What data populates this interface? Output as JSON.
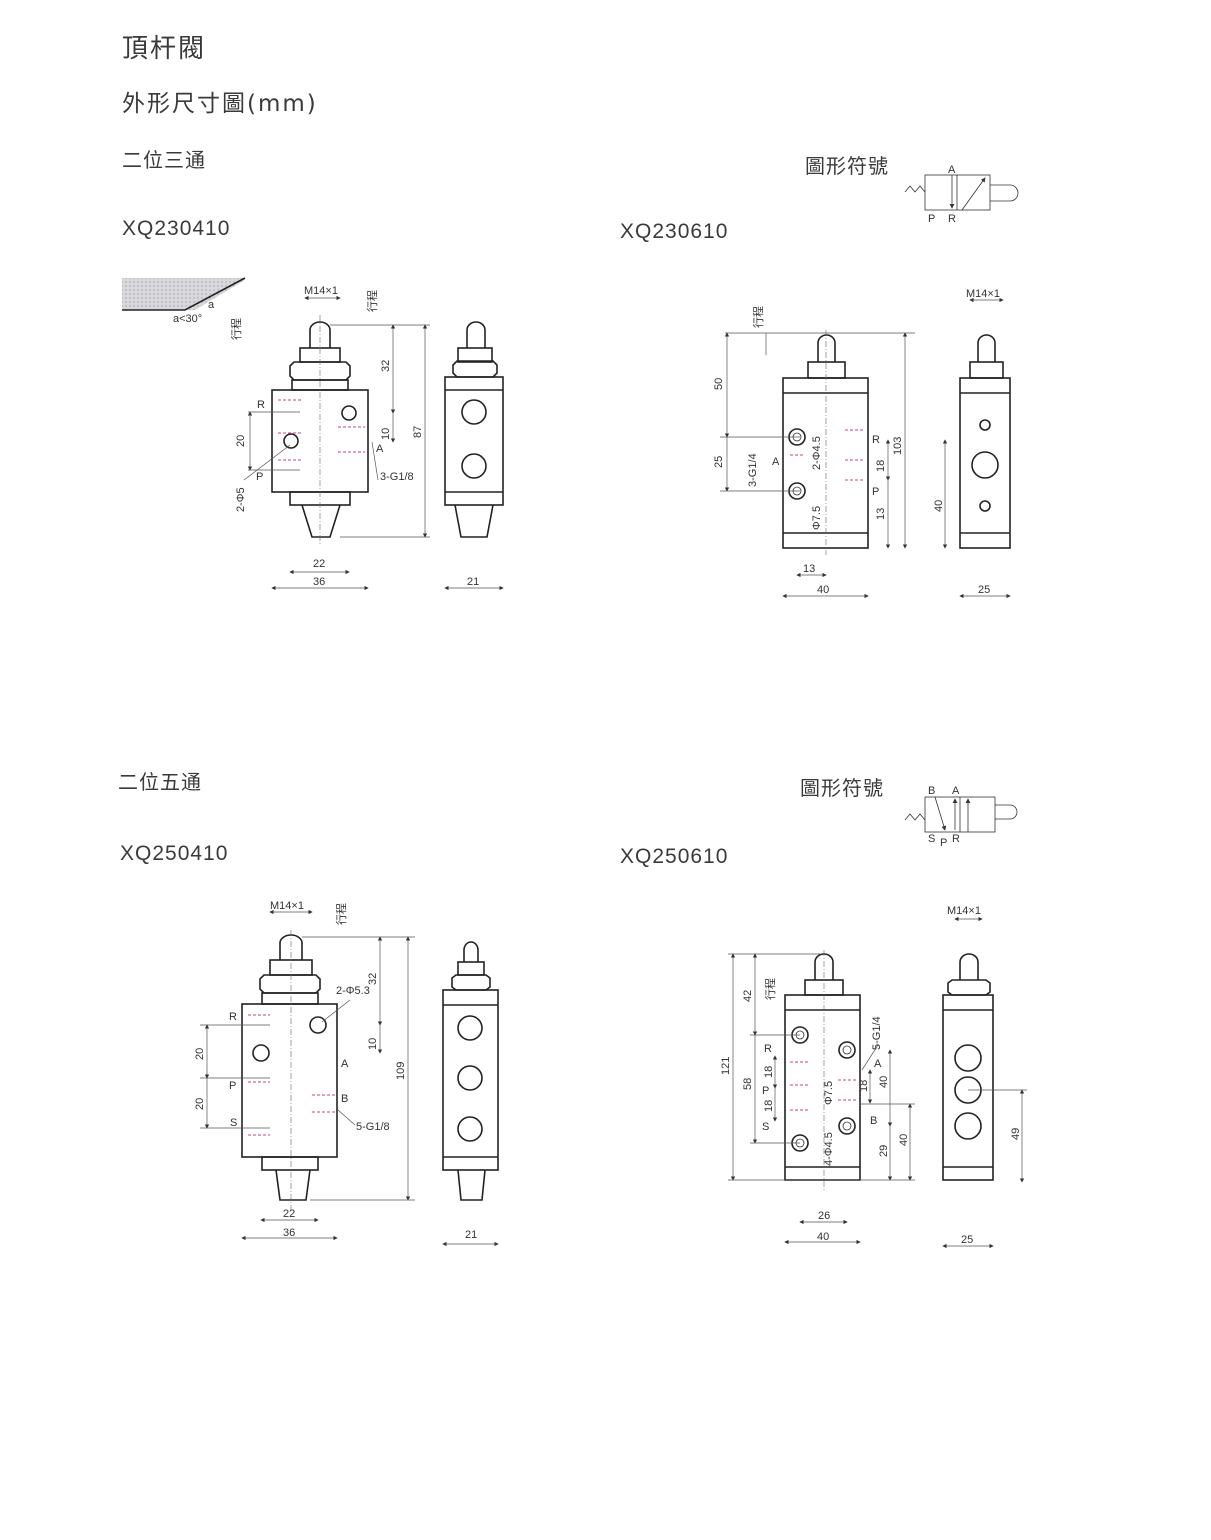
{
  "header": {
    "title": "頂杆閥",
    "subtitle": "外形尺寸圖(mm)"
  },
  "sections": [
    {
      "title": "二位三通",
      "symbol_title": "圖形符號",
      "symbol_ports": [
        "A",
        "P",
        "R"
      ],
      "models": [
        {
          "name": "XQ230410",
          "labels": {
            "thread": "M14×1",
            "stroke": "行程",
            "angle": "a",
            "angle_note": "a<30°",
            "r": "R",
            "p": "P",
            "a": "A",
            "holes": "2-Φ5",
            "ports": "3-G1/8",
            "d32": "32",
            "d10": "10",
            "d87": "87",
            "d20": "20",
            "d22": "22",
            "d36": "36",
            "d21": "21"
          }
        },
        {
          "name": "XQ230610",
          "labels": {
            "thread": "M14×1",
            "stroke": "行程",
            "r": "R",
            "p": "P",
            "a": "A",
            "holes": "2-Φ4.5",
            "ports": "3-G1/4",
            "bore": "Φ7.5",
            "d50": "50",
            "d25": "25",
            "d18": "18",
            "d13": "13",
            "d103": "103",
            "d13b": "13",
            "d40": "40",
            "d40side": "40",
            "d25side": "25"
          }
        }
      ]
    },
    {
      "title": "二位五通",
      "symbol_title": "圖形符號",
      "symbol_ports": [
        "B",
        "A",
        "S",
        "P",
        "R"
      ],
      "models": [
        {
          "name": "XQ250410",
          "labels": {
            "thread": "M14×1",
            "stroke": "行程",
            "r": "R",
            "p": "P",
            "s": "S",
            "a": "A",
            "b": "B",
            "holes": "2-Φ5.3",
            "ports": "5-G1/8",
            "d32": "32",
            "d10": "10",
            "d109": "109",
            "d20a": "20",
            "d20b": "20",
            "d22": "22",
            "d36": "36",
            "d21": "21"
          }
        },
        {
          "name": "XQ250610",
          "labels": {
            "thread": "M14×1",
            "stroke": "行程",
            "r": "R",
            "p": "P",
            "s": "S",
            "a": "A",
            "b": "B",
            "holes": "4-Φ4.5",
            "ports": "5-G1/4",
            "bore": "Φ7.5",
            "d121": "121",
            "d42": "42",
            "d58": "58",
            "d18a": "18",
            "d18b": "18",
            "d18c": "18",
            "d40a": "40",
            "d29": "29",
            "d40b": "40",
            "d26": "26",
            "d40w": "40",
            "d49": "49",
            "d25": "25"
          }
        }
      ]
    }
  ]
}
